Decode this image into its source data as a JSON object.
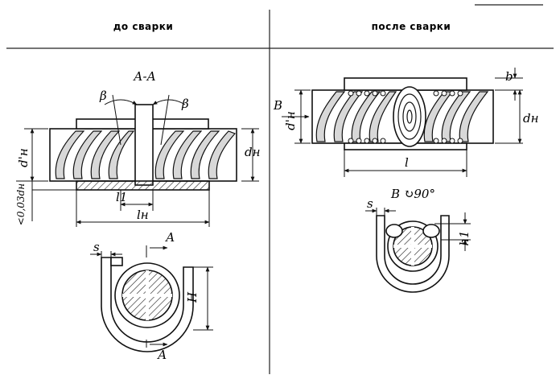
{
  "headers": {
    "before": "до сварки",
    "after": "после сварки"
  },
  "left": {
    "section_title": "А-А",
    "angle_left": "β",
    "angle_right": "β",
    "dim_d_prime": "d'н",
    "dim_d": "dн",
    "dim_gap": "<0,03dн",
    "dim_l1": "l1",
    "dim_ln": "lн",
    "section_mark_top": "А",
    "section_mark_bottom": "А",
    "dim_s": "s",
    "dim_h": "Н"
  },
  "right": {
    "view_mark": "В",
    "dim_d_prime": "d'н",
    "dim_d": "dн",
    "dim_b": "b",
    "dim_l": "l",
    "view_title": "В ↻90°",
    "dim_s": "s",
    "dim_h1": "h1"
  }
}
